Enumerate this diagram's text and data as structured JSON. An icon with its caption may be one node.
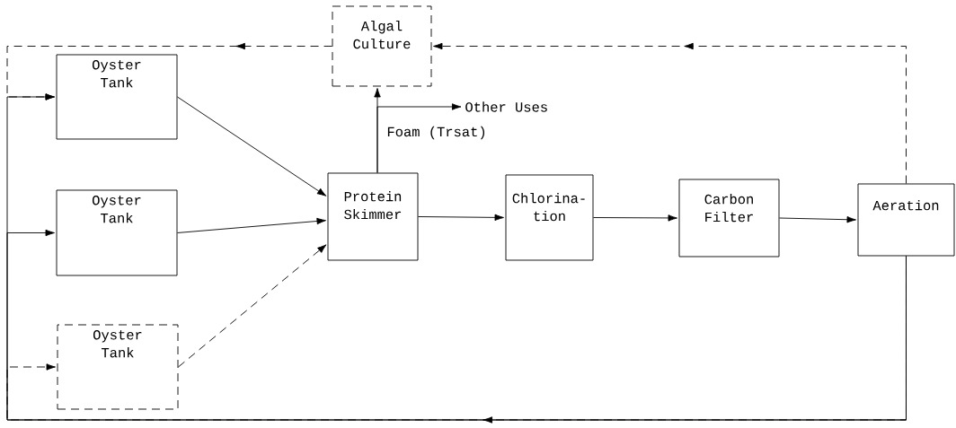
{
  "diagram": {
    "nodes": [
      {
        "text": [
          "Algal Culture"
        ]
      },
      {
        "text": [
          "Oyster Tank"
        ]
      },
      {
        "text": [
          "Oyster Tank"
        ]
      },
      {
        "text": [
          "Oyster Tank"
        ]
      },
      {
        "text": [
          "Protein Skimmer"
        ]
      },
      {
        "text": [
          "Chlorina- tion"
        ]
      },
      {
        "text": [
          "Carbon Filter"
        ]
      },
      {
        "text": [
          "Aeration"
        ]
      },
      {
        "text": [
          "Other Uses"
        ]
      }
    ],
    "edges": [
      {
        "from": 4,
        "to": 0,
        "arrow": "to",
        "label": "Foam (Trsat)"
      },
      {
        "from": 4,
        "to": 8,
        "arrow": "to"
      },
      {
        "from": 1,
        "to": 4,
        "arrow": "to"
      },
      {
        "from": 2,
        "to": 4,
        "arrow": "to"
      },
      {
        "from": 3,
        "to": 4,
        "arrow": "to",
        "style": "dashed"
      },
      {
        "from": 4,
        "to": 5,
        "arrow": "to"
      },
      {
        "from": 5,
        "to": 6,
        "arrow": "to"
      },
      {
        "from": 6,
        "to": 7,
        "arrow": "to"
      },
      {
        "from": 7,
        "to": 1,
        "arrow": "to"
      },
      {
        "from": 7,
        "to": 2,
        "arrow": "to"
      },
      {
        "from": 7,
        "to": 3,
        "arrow": "to",
        "style": "dashed"
      },
      {
        "from": 7,
        "to": 0,
        "arrow": "to",
        "style": "dashed"
      },
      {
        "from": 0,
        "to": 1,
        "arrow": "to",
        "style": "dashed"
      }
    ]
  }
}
